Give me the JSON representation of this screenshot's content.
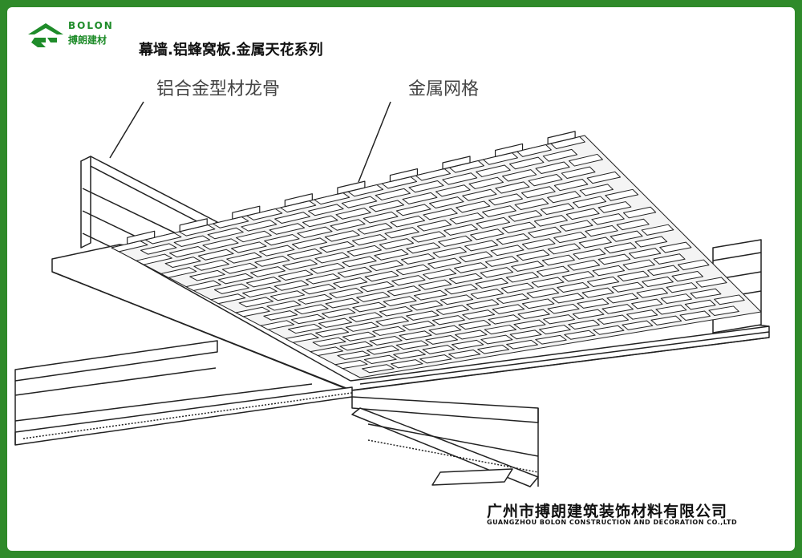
{
  "brand": {
    "logo_en": "BOLON",
    "logo_cn": "搏朗建材",
    "series_title": "幕墙.铝蜂窝板.金属天花系列"
  },
  "callouts": {
    "profile_keel": "铝合金型材龙骨",
    "metal_grid": "金属网格"
  },
  "company": {
    "name_cn": "广州市搏朗建筑装饰材料有限公司",
    "name_en": "GUANGZHOU BOLON CONSTRUCTION AND DECORATION CO.,LTD"
  },
  "colors": {
    "frame": "#2f8a2a",
    "brand_green": "#1f8c2a",
    "line": "#222222"
  }
}
